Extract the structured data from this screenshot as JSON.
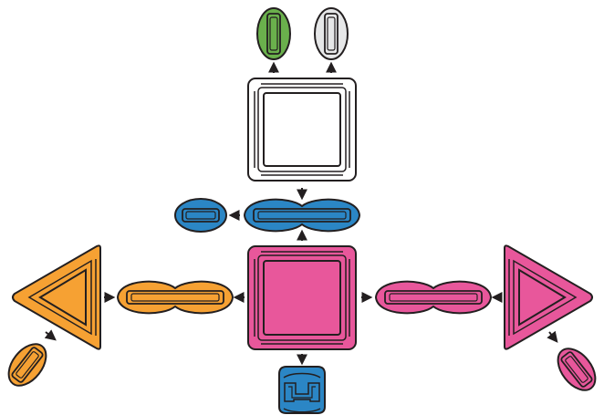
{
  "diagram": {
    "palette": {
      "outline": "#231f20",
      "white": "#ffffff",
      "light_gray": "#e6e7e8",
      "green": "#6ab04c",
      "blue": "#2b86c5",
      "pink": "#e8579b",
      "orange": "#f6a133"
    },
    "pieces": [
      {
        "id": "white-square",
        "shape": "square",
        "color": "white"
      },
      {
        "id": "pink-square",
        "shape": "square",
        "color": "pink"
      },
      {
        "id": "orange-triangle",
        "shape": "triangle",
        "color": "orange",
        "pointing": "left"
      },
      {
        "id": "pink-triangle",
        "shape": "triangle",
        "color": "pink",
        "pointing": "right"
      },
      {
        "id": "blue-connector",
        "shape": "double-oval-connector",
        "color": "blue"
      },
      {
        "id": "orange-connector",
        "shape": "double-oval-connector",
        "color": "orange"
      },
      {
        "id": "pink-connector",
        "shape": "double-oval-connector",
        "color": "pink"
      },
      {
        "id": "green-clip",
        "shape": "oval-clip",
        "color": "green"
      },
      {
        "id": "gray-clip",
        "shape": "oval-clip",
        "color": "light_gray"
      },
      {
        "id": "blue-clip",
        "shape": "oval-clip",
        "color": "blue"
      },
      {
        "id": "orange-clip",
        "shape": "oval-clip",
        "color": "orange"
      },
      {
        "id": "pink-clip",
        "shape": "oval-clip",
        "color": "pink"
      },
      {
        "id": "blue-joint",
        "shape": "rounded-joint",
        "color": "blue"
      }
    ],
    "connections": [
      {
        "from": "white-square",
        "to": "green-clip",
        "direction": "up"
      },
      {
        "from": "white-square",
        "to": "gray-clip",
        "direction": "up"
      },
      {
        "from": "white-square",
        "to": "blue-connector",
        "direction": "down"
      },
      {
        "from": "pink-square",
        "to": "blue-connector",
        "direction": "up"
      },
      {
        "from": "blue-connector",
        "to": "blue-clip",
        "direction": "left"
      },
      {
        "from": "pink-square",
        "to": "orange-connector",
        "direction": "left"
      },
      {
        "from": "orange-triangle",
        "to": "orange-connector",
        "direction": "right"
      },
      {
        "from": "orange-triangle",
        "to": "orange-clip",
        "direction": "down-right"
      },
      {
        "from": "pink-square",
        "to": "pink-connector",
        "direction": "right"
      },
      {
        "from": "pink-triangle",
        "to": "pink-connector",
        "direction": "left"
      },
      {
        "from": "pink-triangle",
        "to": "pink-clip",
        "direction": "down-right"
      },
      {
        "from": "pink-square",
        "to": "blue-joint",
        "direction": "down"
      }
    ]
  }
}
